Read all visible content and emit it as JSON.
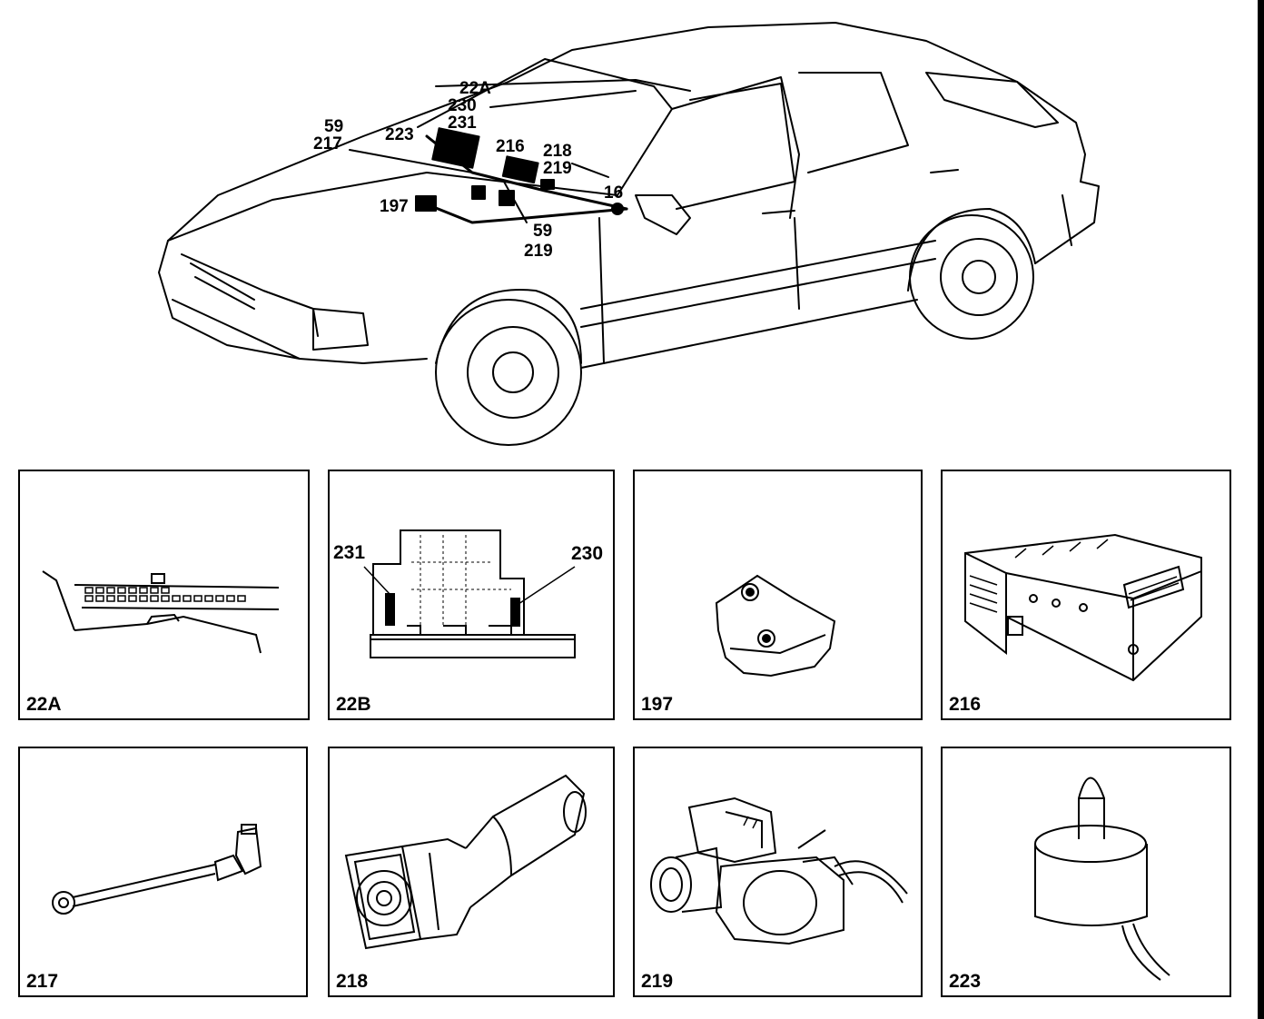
{
  "callouts": {
    "c22a": "22A",
    "c230": "230",
    "c231": "231",
    "c59a": "59",
    "c217": "217",
    "c223": "223",
    "c216": "216",
    "c218": "218",
    "c219a": "219",
    "c16": "16",
    "c197": "197",
    "c59b": "59",
    "c219b": "219"
  },
  "panels": [
    {
      "label": "22A"
    },
    {
      "label": "22B"
    },
    {
      "label": "197"
    },
    {
      "label": "216"
    },
    {
      "label": "217"
    },
    {
      "label": "218"
    },
    {
      "label": "219"
    },
    {
      "label": "223"
    }
  ],
  "panel_22b": {
    "left_label": "231",
    "right_label": "230"
  },
  "colors": {
    "ink": "#000000",
    "paper": "#ffffff"
  }
}
